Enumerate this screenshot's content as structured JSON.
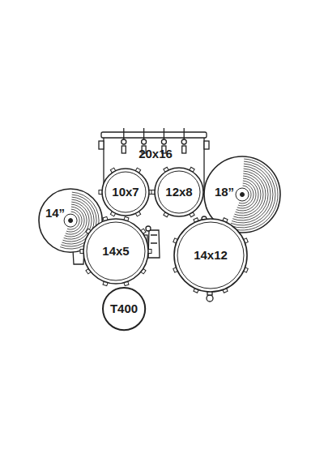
{
  "diagram": {
    "nodes": [
      {
        "text": [
          "20x16"
        ]
      },
      {
        "text": [
          "10x7"
        ]
      },
      {
        "text": [
          "12x8"
        ]
      },
      {
        "text": [
          "18”"
        ]
      },
      {
        "text": [
          "14”"
        ]
      },
      {
        "text": [
          "14x5"
        ]
      },
      {
        "text": [
          "14x12"
        ]
      },
      {
        "text": [
          "T400"
        ]
      }
    ]
  }
}
